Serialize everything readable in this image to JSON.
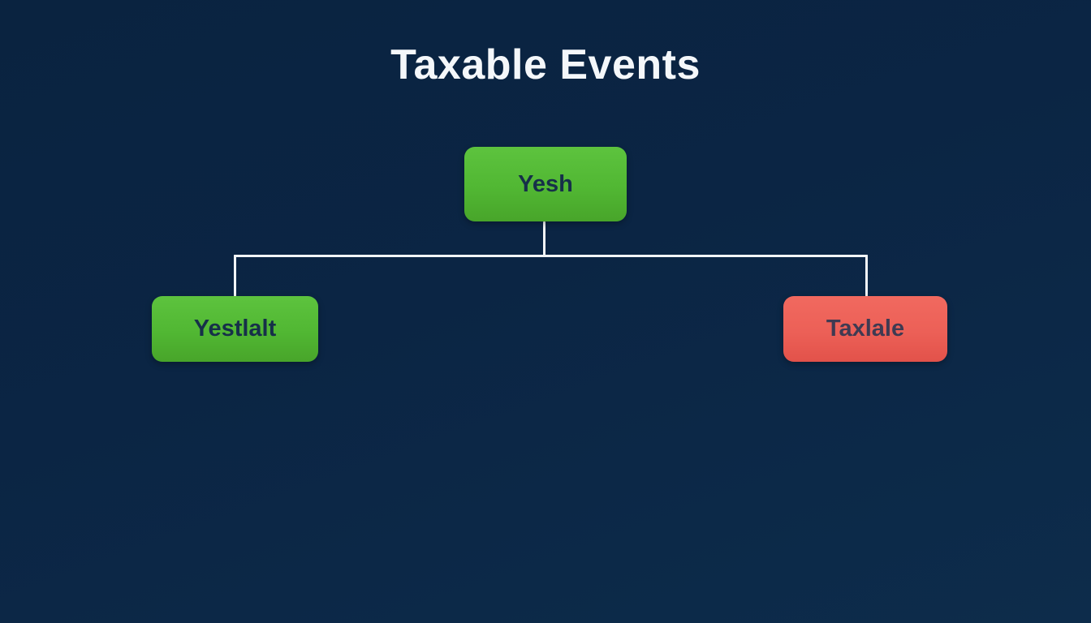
{
  "title": "Taxable Events",
  "diagram": {
    "type": "tree",
    "nodes": {
      "root": {
        "label": "Yesh",
        "color": "#51b733",
        "text_color": "#163049"
      },
      "left": {
        "label": "Yestlalt",
        "color": "#51b733",
        "text_color": "#163049"
      },
      "right": {
        "label": "Taxlale",
        "color": "#ec6057",
        "text_color": "#3f3a52"
      }
    },
    "edges": [
      {
        "from": "root",
        "to": "left"
      },
      {
        "from": "root",
        "to": "right"
      }
    ]
  },
  "colors": {
    "background": "#0b2544",
    "title_text": "#f4f7fa",
    "connector_line": "#f2f5f7",
    "node_green": "#51b733",
    "node_red": "#ec6057"
  }
}
